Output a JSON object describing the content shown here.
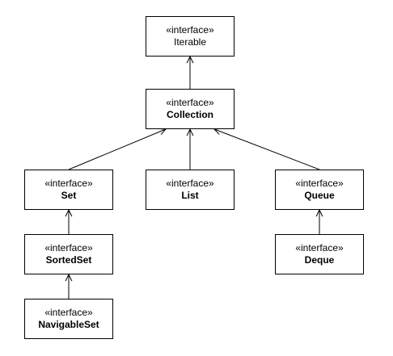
{
  "diagram": {
    "nodes": [
      {
        "id": "iterable",
        "stereotype": "«interface»",
        "name": "Iterable",
        "bold": false
      },
      {
        "id": "collection",
        "stereotype": "«interface»",
        "name": "Collection",
        "bold": true
      },
      {
        "id": "set",
        "stereotype": "«interface»",
        "name": "Set",
        "bold": true
      },
      {
        "id": "list",
        "stereotype": "«interface»",
        "name": "List",
        "bold": true
      },
      {
        "id": "queue",
        "stereotype": "«interface»",
        "name": "Queue",
        "bold": true
      },
      {
        "id": "sortedset",
        "stereotype": "«interface»",
        "name": "SortedSet",
        "bold": true
      },
      {
        "id": "deque",
        "stereotype": "«interface»",
        "name": "Deque",
        "bold": true
      },
      {
        "id": "navigableset",
        "stereotype": "«interface»",
        "name": "NavigableSet",
        "bold": true
      }
    ],
    "edges": [
      {
        "from": "collection",
        "to": "iterable"
      },
      {
        "from": "set",
        "to": "collection"
      },
      {
        "from": "list",
        "to": "collection"
      },
      {
        "from": "queue",
        "to": "collection"
      },
      {
        "from": "sortedset",
        "to": "set"
      },
      {
        "from": "deque",
        "to": "queue"
      },
      {
        "from": "navigableset",
        "to": "sortedset"
      }
    ]
  }
}
